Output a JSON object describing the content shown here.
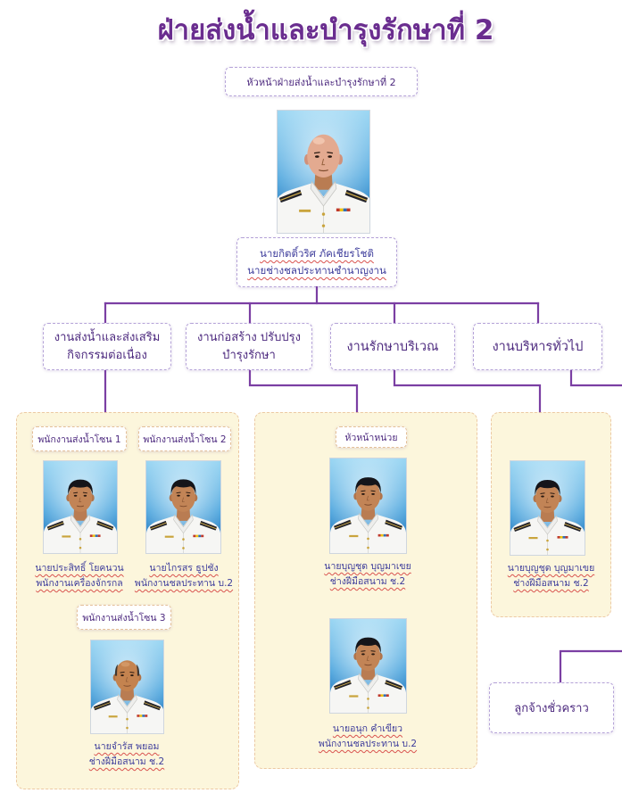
{
  "title": "ฝ่ายส่งน้ำและบำรุงรักษาที่ 2",
  "head": {
    "position_label": "หัวหน้าฝ่ายส่งน้ำและบำรุงรักษาที่ 2",
    "name": "นายกิตติ์วริศ ภัคเชียรโชติ",
    "role": "นายช่างชลประทานชำนาญงาน"
  },
  "departments": [
    {
      "label_lines": [
        "งานส่งน้ำและส่งเสริม",
        "กิจกรรมต่อเนื่อง"
      ]
    },
    {
      "label_lines": [
        "งานก่อสร้าง ปรับปรุง",
        "บำรุงรักษา"
      ]
    },
    {
      "label_lines": [
        "งานรักษาบริเวณ"
      ]
    },
    {
      "label_lines": [
        "งานบริหารทั่วไป"
      ]
    }
  ],
  "water_delivery": {
    "zones": [
      {
        "label": "พนักงานส่งน้ำโซน 1",
        "name": "นายประสิทธิ์ โยคนวน",
        "role": "พนักงานเครื่องจักรกล"
      },
      {
        "label": "พนักงานส่งน้ำโซน 2",
        "name": "นายไกรสร ธูปชัง",
        "role": "พนักงานชลประทาน บ.2"
      },
      {
        "label": "พนักงานส่งน้ำโซน 3",
        "name": "นายจำรัส พยอม",
        "role": "ช่างฝีมือสนาม ช.2"
      }
    ]
  },
  "construction": {
    "unit_head_label": "หัวหน้าหน่วย",
    "staff": [
      {
        "name": "นายบุญชุด บุญมาเขย",
        "role": "ช่างฝีมือสนาม ช.2"
      },
      {
        "name": "นายอนุก คำเขียว",
        "role": "พนักงานชลประทาน บ.2"
      }
    ]
  },
  "grounds": {
    "staff": [
      {
        "name": "นายบุญชุด บุญมาเขย",
        "role": "ช่างฝีมือสนาม ช.2"
      }
    ]
  },
  "administration": {
    "temporary_staff_label": "ลูกจ้างชั่วคราว"
  },
  "colors": {
    "title": "#6a2d8f",
    "connector": "#7b3fa3",
    "box_border": "#b5a3d8",
    "zone_border": "#e4bf98",
    "panel_fill": "#fcf6dc",
    "panel_border": "#ecc9a4",
    "label": "#4d2a7f",
    "caption": "#3d3c9b",
    "underline": "#d9534f"
  }
}
